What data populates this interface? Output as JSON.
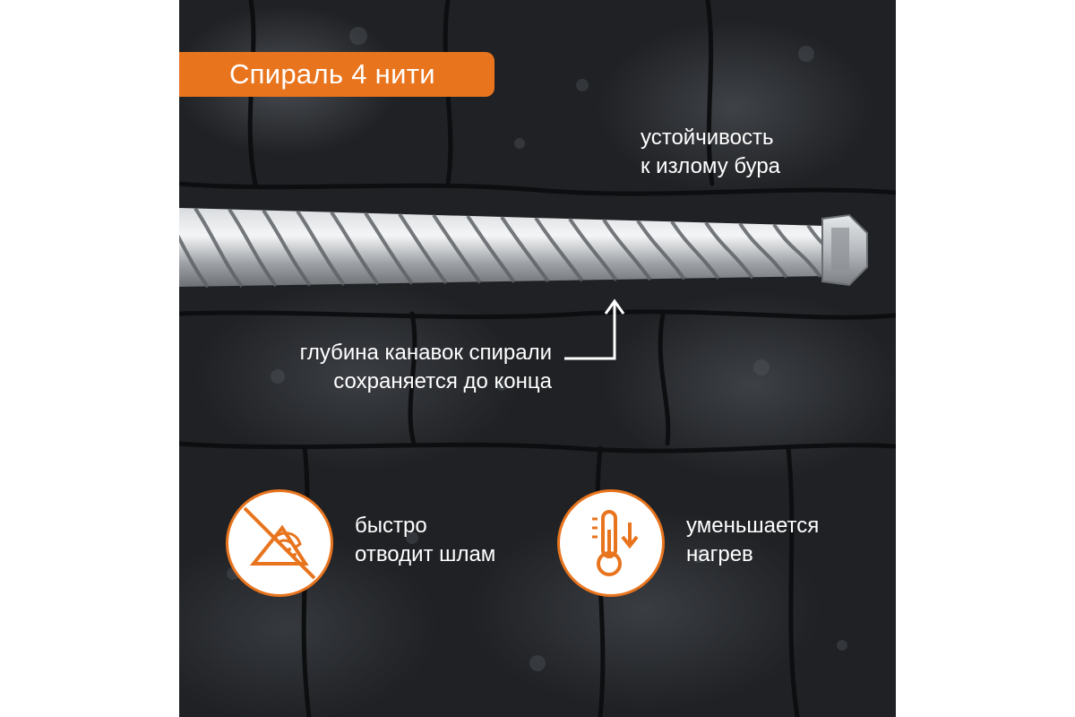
{
  "header": {
    "title": "Спираль 4 нити"
  },
  "callouts": {
    "stability": [
      "устойчивость",
      "к излому бура"
    ],
    "depth": [
      "глубина канавок спирали",
      "сохраняется до конца"
    ]
  },
  "features": [
    {
      "icon": "no-clog-icon",
      "lines": [
        "быстро",
        "отводит шлам"
      ]
    },
    {
      "icon": "thermometer-down-icon",
      "lines": [
        "уменьшается",
        "нагрев"
      ]
    }
  ],
  "colors": {
    "accent": "#e8741e",
    "background": "#1f2124",
    "text": "#ffffff"
  }
}
